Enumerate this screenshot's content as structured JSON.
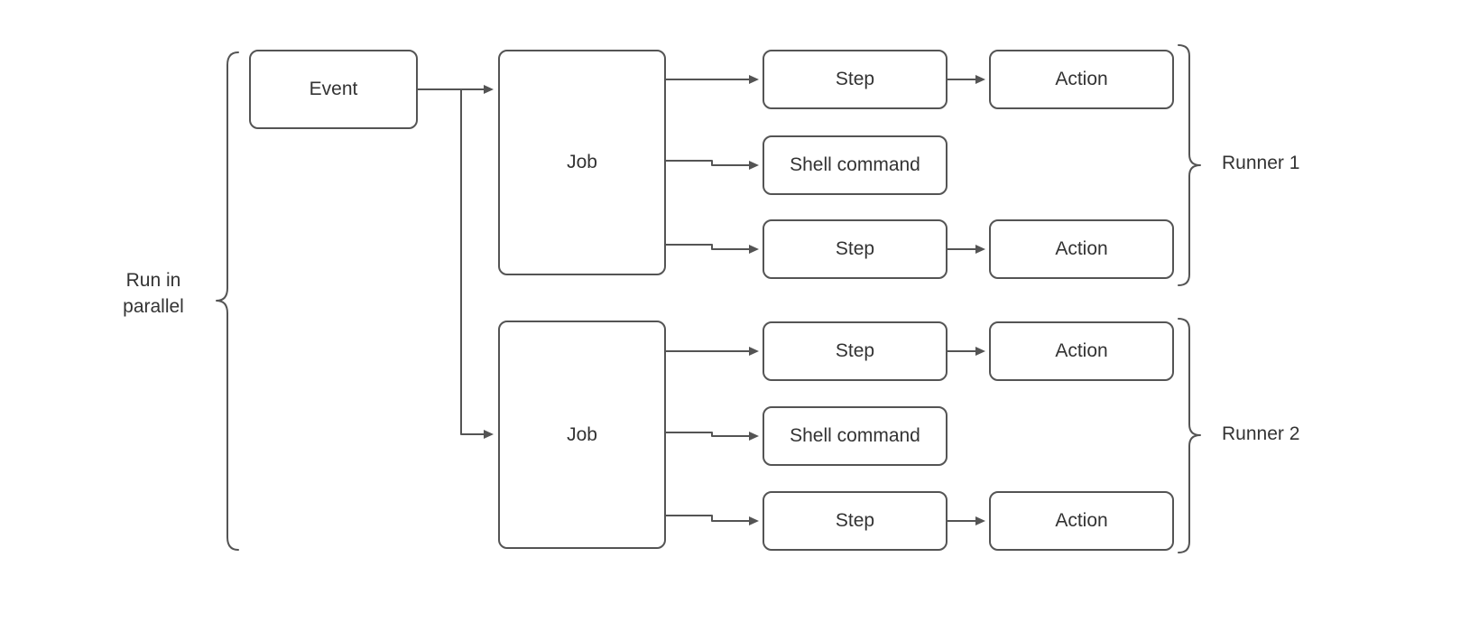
{
  "diagram": {
    "side_labels": {
      "parallel_line1": "Run in",
      "parallel_line2": "parallel",
      "runner1": "Runner 1",
      "runner2": "Runner 2"
    },
    "nodes": {
      "event": "Event",
      "job1": "Job",
      "job2": "Job",
      "runner1": {
        "step_top": "Step",
        "action_top": "Action",
        "shell": "Shell command",
        "step_bottom": "Step",
        "action_bottom": "Action"
      },
      "runner2": {
        "step_top": "Step",
        "action_top": "Action",
        "shell": "Shell command",
        "step_bottom": "Step",
        "action_bottom": "Action"
      }
    },
    "colors": {
      "stroke": "#545454",
      "text": "#333333",
      "background": "#ffffff"
    }
  }
}
